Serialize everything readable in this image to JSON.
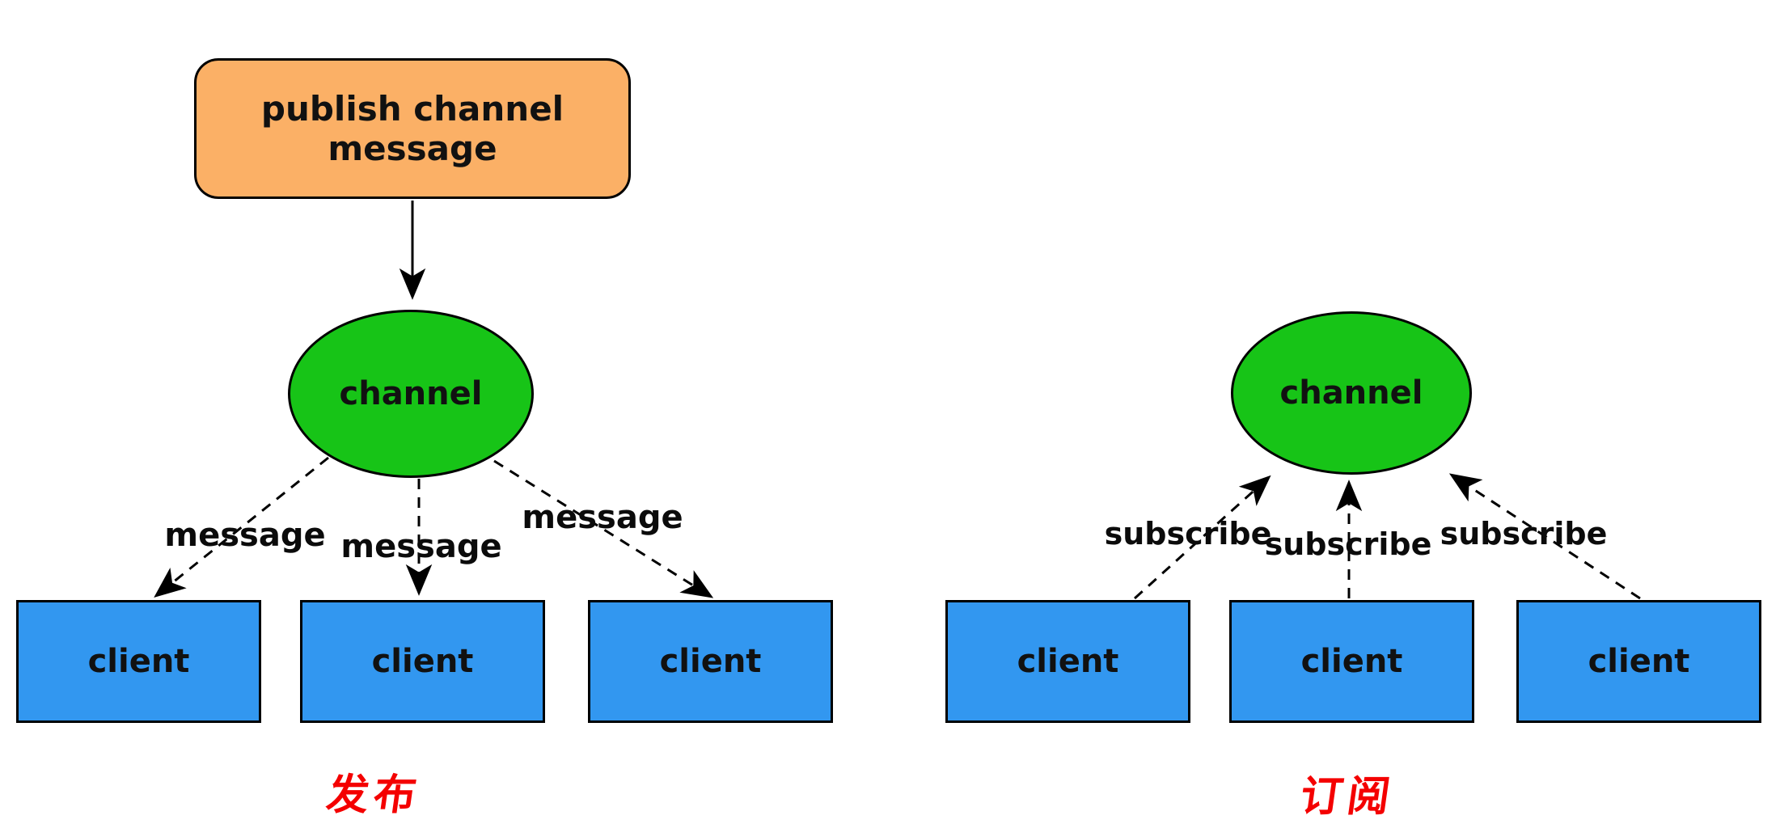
{
  "diagram": {
    "title_implicit": "redis pub/sub channel diagram",
    "colors": {
      "publish_box_fill": "#FBB066",
      "channel_fill": "#17C417",
      "client_fill": "#3297F0",
      "caption_color": "#F40000",
      "stroke": "#000000",
      "background": "#FFFFFF"
    },
    "left_section": {
      "publish_box_label": "publish channel message",
      "channel_label": "channel",
      "clients": [
        "client",
        "client",
        "client"
      ],
      "edge_labels": [
        "message",
        "message",
        "message"
      ],
      "caption": "发布"
    },
    "right_section": {
      "channel_label": "channel",
      "clients": [
        "client",
        "client",
        "client"
      ],
      "edge_labels": [
        "subscribe",
        "subscribe",
        "subscribe"
      ],
      "caption": "订阅"
    }
  }
}
